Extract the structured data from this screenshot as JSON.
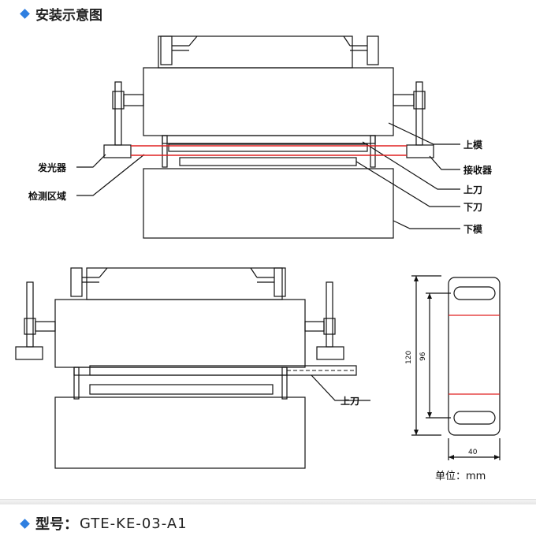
{
  "header": {
    "title": "安装示意图"
  },
  "labels": {
    "upper_die": "上模",
    "receiver": "接收器",
    "upper_blade": "上刀",
    "lower_blade": "下刀",
    "lower_die": "下模",
    "emitter": "发光器",
    "detection_zone": "检测区域",
    "upper_blade_2": "上刀"
  },
  "dimensions": {
    "height_total": "120",
    "hole_spacing": "96",
    "width": "40",
    "unit": "单位：mm"
  },
  "model": {
    "label": "型号：",
    "value": "GTE-KE-03-A1"
  },
  "colors": {
    "accent": "#2f7fe0",
    "beam": "#e02020",
    "line": "#111111"
  }
}
